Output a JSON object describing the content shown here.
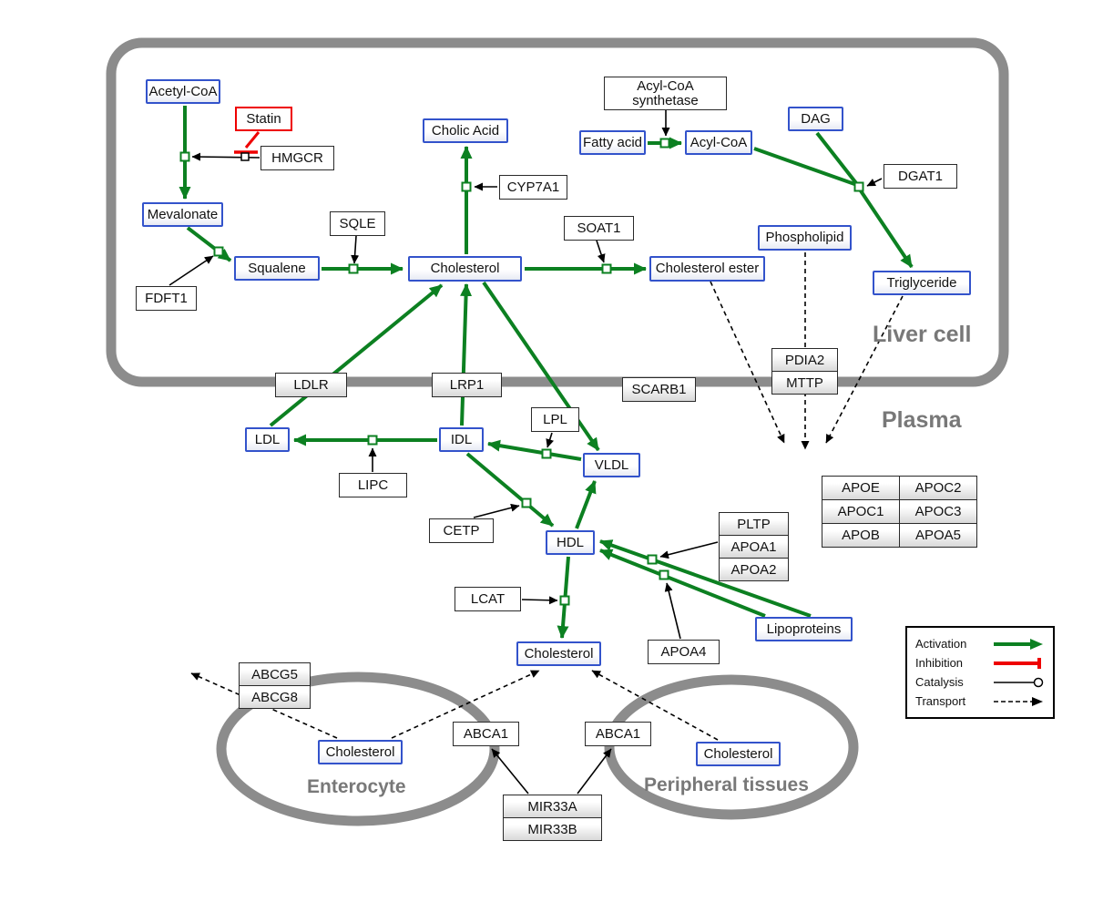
{
  "compartments": {
    "liver": "Liver cell",
    "plasma": "Plasma",
    "enterocyte": "Enterocyte",
    "peripheral": "Peripheral tissues"
  },
  "nodes": {
    "acetyl_coa": "Acetyl-CoA",
    "statin": "Statin",
    "hmgcr": "HMGCR",
    "mevalonate": "Mevalonate",
    "cholic_acid": "Cholic Acid",
    "cyp7a1": "CYP7A1",
    "sqle": "SQLE",
    "squalene": "Squalene",
    "fdft1": "FDFT1",
    "cholesterol_liver": "Cholesterol",
    "soat1": "SOAT1",
    "cholesterol_ester": "Cholesterol ester",
    "acyl_coa_synthetase": "Acyl-CoA synthetase",
    "fatty_acid": "Fatty acid",
    "acyl_coa": "Acyl-CoA",
    "dag": "DAG",
    "dgat1": "DGAT1",
    "phospholipid": "Phospholipid",
    "triglyceride": "Triglyceride",
    "ldlr": "LDLR",
    "lrp1": "LRP1",
    "scarb1": "SCARB1",
    "ldl": "LDL",
    "idl": "IDL",
    "lipc": "LIPC",
    "lpl": "LPL",
    "vldl": "VLDL",
    "cetp": "CETP",
    "hdl": "HDL",
    "lcat": "LCAT",
    "apoa4": "APOA4",
    "lipoproteins": "Lipoproteins",
    "cholesterol_plasma": "Cholesterol",
    "cholesterol_enterocyte": "Cholesterol",
    "cholesterol_peripheral": "Cholesterol",
    "abca1_left": "ABCA1",
    "abca1_right": "ABCA1"
  },
  "stacks": {
    "pdia2_mttp": [
      "PDIA2",
      "MTTP"
    ],
    "abcg": [
      "ABCG5",
      "ABCG8"
    ],
    "pltp_apoa": [
      "PLTP",
      "APOA1",
      "APOA2"
    ],
    "mir33": [
      "MIR33A",
      "MIR33B"
    ]
  },
  "apo_table": [
    [
      "APOE",
      "APOC2"
    ],
    [
      "APOC1",
      "APOC3"
    ],
    [
      "APOB",
      "APOA5"
    ]
  ],
  "legend": {
    "activation": "Activation",
    "inhibition": "Inhibition",
    "catalysis": "Catalysis",
    "transport": "Transport"
  },
  "colors": {
    "activation_green": "#0c8021",
    "inhibition_red": "#ee0000",
    "metabolite_border_blue": "#3353cb",
    "membrane_gray": "#8c8c8c"
  }
}
